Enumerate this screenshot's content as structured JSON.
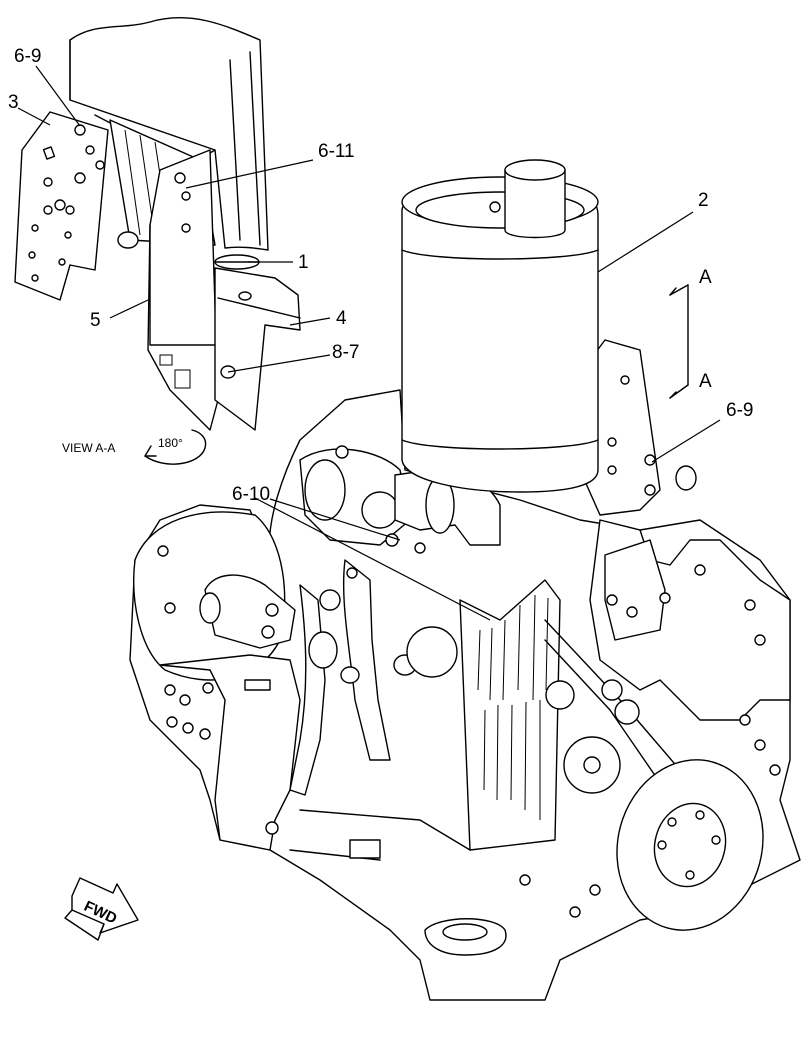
{
  "callouts": {
    "c1": "1",
    "c2": "2",
    "c3": "3",
    "c4": "4",
    "c5": "5",
    "c6_9_top": "6-9",
    "c6_9_right": "6-9",
    "c6_10": "6-10",
    "c6_11": "6-11",
    "c8_7": "8-7"
  },
  "section_markers": {
    "upper": "A",
    "lower": "A"
  },
  "view_label": "VIEW A-A",
  "rotation_label": "180°",
  "direction_arrow_label": "FWD"
}
